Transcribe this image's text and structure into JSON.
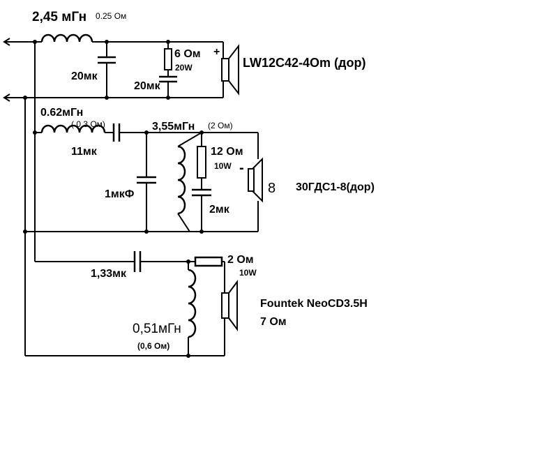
{
  "woofer": {
    "inductor": "2,45 мГн",
    "inductor_r": "0.25 Ом",
    "cap_shunt": "20мк",
    "resistor": "6 Ом",
    "resistor_w": "20W",
    "cap_zobel": "20мк",
    "polarity": "+",
    "speaker": "LW12C42-4Om (дор)"
  },
  "mid": {
    "inductor1": "0.62мГн",
    "inductor1_r": "( 0,3 Ом)",
    "cap_series": "11мк",
    "inductor2": "3,55мГн",
    "inductor2_r": "(2 Ом)",
    "cap_shunt": "1мкФ",
    "resistor": "12 Ом",
    "resistor_w": "10W",
    "cap_zobel": "2мк",
    "polarity": "-",
    "impedance": "8",
    "speaker": "30ГДС1-8(дор)"
  },
  "tweeter": {
    "cap_series": "1,33мк",
    "resistor": "2 Ом",
    "resistor_w": "10W",
    "inductor": "0,51мГн",
    "inductor_r": "(0,6 Ом)",
    "speaker": "Fountek NeoCD3.5H",
    "impedance": "7 Ом"
  }
}
